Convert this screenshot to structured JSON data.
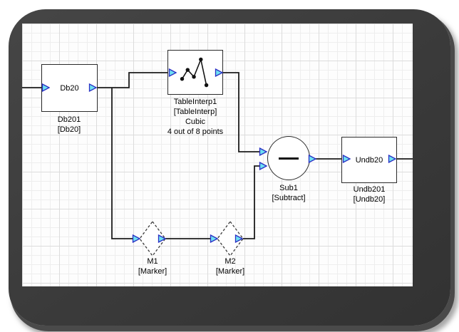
{
  "blocks": {
    "db20": {
      "title": "Db20",
      "instance": "Db201",
      "component": "[Db20]"
    },
    "tableinterp": {
      "instance": "TableInterp1",
      "component": "[TableInterp]",
      "mode": "Cubic",
      "points": "4 out of 8 points"
    },
    "sub1": {
      "instance": "Sub1",
      "component": "[Subtract]"
    },
    "undb20": {
      "title": "Undb20",
      "instance": "Undb201",
      "component": "[Undb20]"
    },
    "m1": {
      "instance": "M1",
      "component": "[Marker]"
    },
    "m2": {
      "instance": "M2",
      "component": "[Marker]"
    }
  },
  "icons": {
    "tableinterp_icon": "interpolation-curve-icon",
    "sub1_icon": "minus-icon",
    "port_icon": "port-arrow-icon",
    "marker_icon": "dashed-diamond-icon"
  },
  "colors": {
    "frame": "#3a3a3a",
    "grid_minor": "#eeeeee",
    "grid_major": "#dcdcdc",
    "wire": "#1c1c1c",
    "block_border": "#2b2b2b",
    "port_fill": "#6ee0f2",
    "port_stroke": "#2a2fc4",
    "text": "#000000"
  }
}
